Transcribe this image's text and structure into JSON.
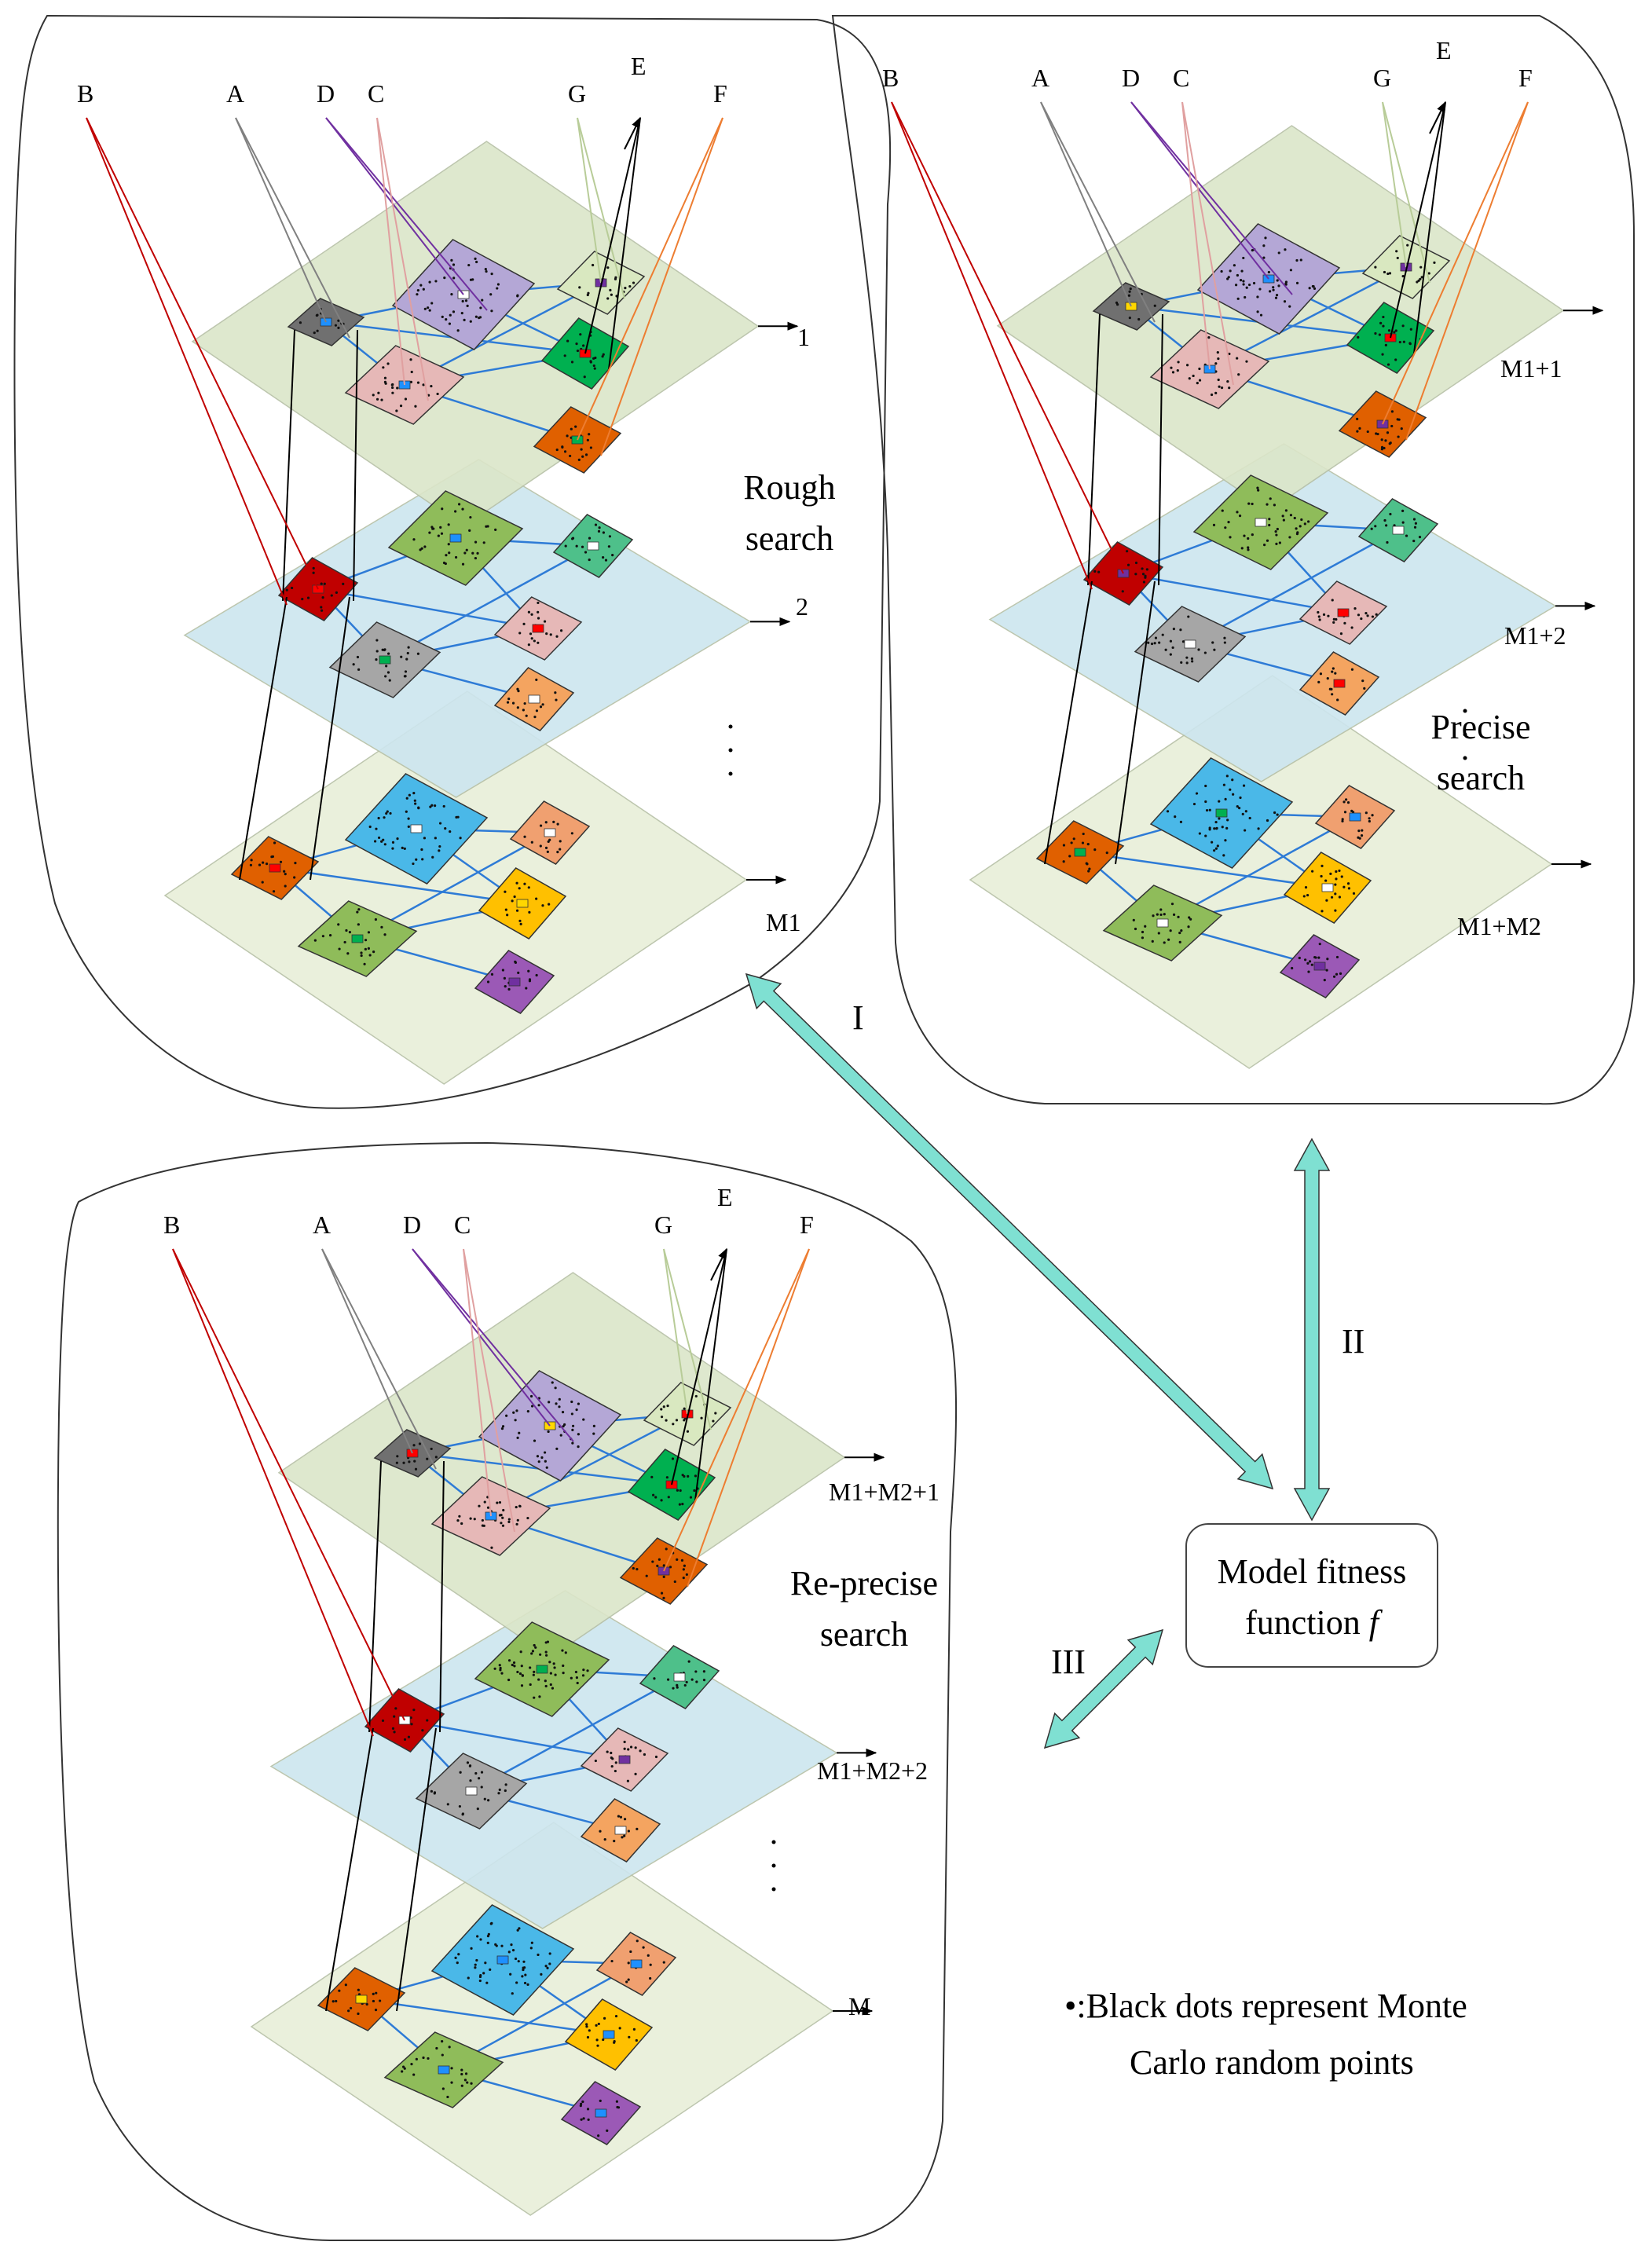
{
  "colors": {
    "green_layer": "#dbe6c9",
    "blue_layer": "#cde6ef",
    "pale_layer": "#e8efd9",
    "edge_blue": "#2e7bd6",
    "arrow_teal": "#7fe0d2",
    "line_B": "#c00000",
    "line_A": "#808080",
    "line_D": "#7030a0",
    "line_C": "#e0a0a0",
    "line_G": "#b8cc98",
    "line_E": "#000000",
    "line_F": "#ed7d31"
  },
  "cluster_labels": [
    "B",
    "A",
    "D",
    "C",
    "G",
    "E",
    "F"
  ],
  "panels": [
    {
      "title_line1": "Rough",
      "title_line2": "search",
      "layer_labels": {
        "first": "1",
        "second": "2",
        "dots": "·\n·\n·",
        "last": "M1"
      },
      "layer_label_parts": [
        {
          "text": "1"
        },
        {
          "text": "2"
        },
        {
          "text": "M1",
          "italic_prefix": "M",
          "suffix": "1"
        }
      ]
    },
    {
      "title_line1": "Precise",
      "title_line2": "search",
      "layer_label_parts": [
        {
          "text": "M1+1"
        },
        {
          "text": "M1+2"
        },
        {
          "text": "M1+M2"
        }
      ]
    },
    {
      "title_line1": "Re-precise",
      "title_line2": "search",
      "layer_label_parts": [
        {
          "text": "M1+M2+1"
        },
        {
          "text": "M1+M2+2"
        },
        {
          "text": "M"
        }
      ]
    }
  ],
  "arrows": {
    "I": "I",
    "II": "II",
    "III": "III"
  },
  "fitness_box": {
    "line1": "Model fitness",
    "line2_prefix": "function ",
    "line2_var": "f"
  },
  "legend": {
    "marker": "•:",
    "line1": "Black dots represent Monte",
    "line2": "Carlo random points"
  }
}
